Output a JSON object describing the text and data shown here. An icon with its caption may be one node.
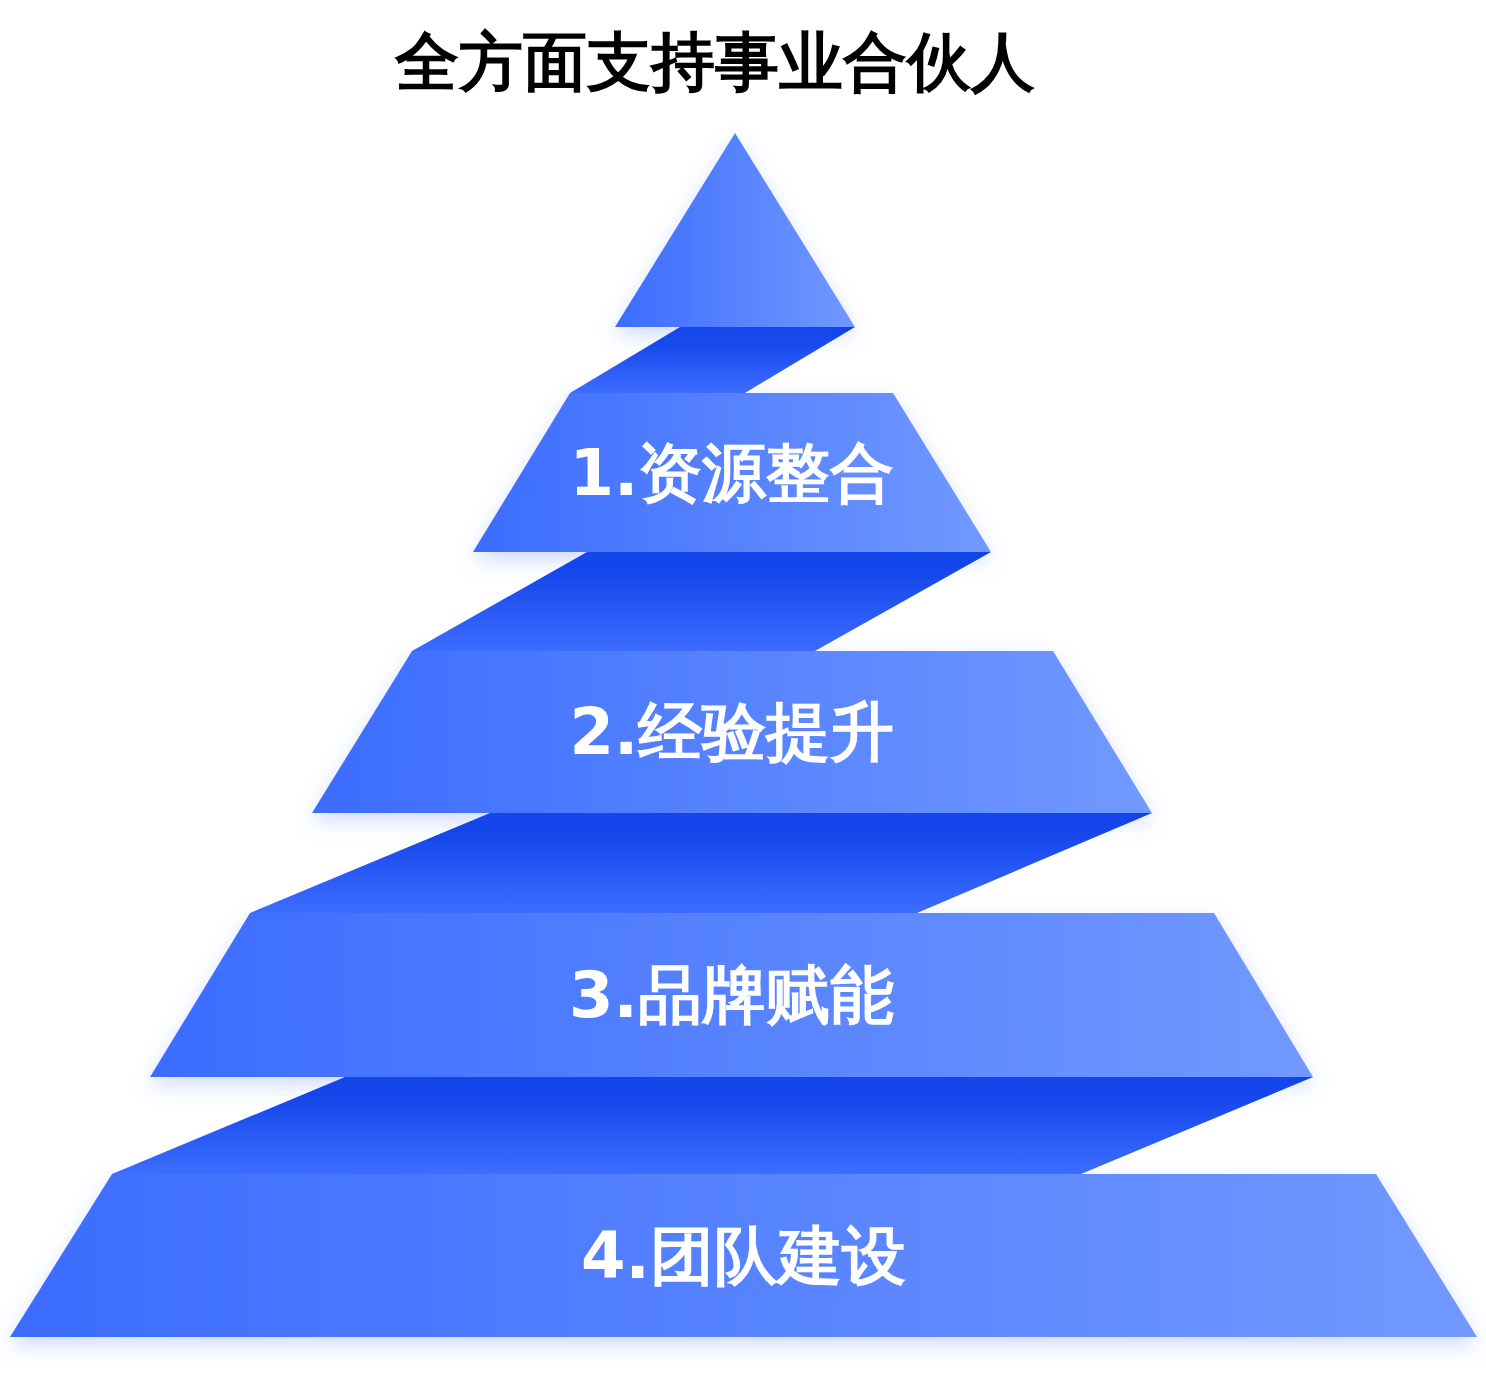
{
  "diagram": {
    "title": "全方面支持事业合伙人",
    "nodes": [
      {
        "text": [],
        "shape": "triangle"
      },
      {
        "text": [
          "1.资源整合"
        ]
      },
      {
        "text": [
          "2.经验提升"
        ]
      },
      {
        "text": [
          "3.品牌赋能"
        ]
      },
      {
        "text": [
          "4.团队建设"
        ]
      }
    ]
  }
}
